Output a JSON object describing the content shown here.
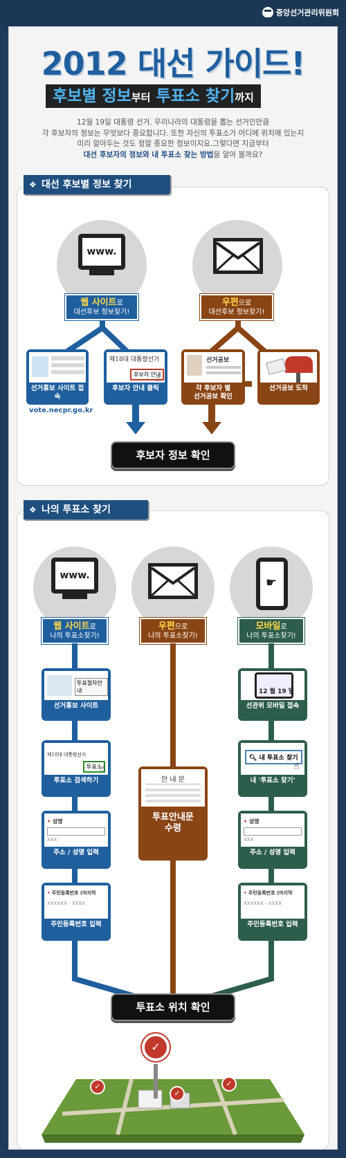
{
  "header": {
    "org": "중앙선거관리위원회"
  },
  "title": "2012 대선 가이드!",
  "subtitle": {
    "part1": "후보별 정보",
    "part2": "부터",
    "part3": "투표소 찾기",
    "part4": "까지"
  },
  "intro": {
    "line1": "12월 19일 대통령 선거. 우리나라의 대통령을 뽑는 선거인만큼",
    "line2": "각 후보자의 정보는 무엇보다 중요합니다. 또한 자신의 투표소가 어디에 위치에 있는지",
    "line3": "미리 알아두는 것도 정말 중요한 정보이지요.그렇다면 지금부터",
    "line4_hl": "대선 후보자의 정보와 내 투표소 찾는 방법",
    "line4_rest": "을 알아 볼까요?"
  },
  "section1": {
    "heading": "대선 후보별 정보 찾기",
    "web": {
      "monitor": "www.",
      "label_big": "웹 사이트",
      "label_suffix": "로",
      "label_line2": "대선후보 정보찾기!"
    },
    "mail": {
      "label_big": "우편",
      "label_suffix": "으로",
      "label_line2": "대선후보 정보찾기!"
    },
    "steps": [
      {
        "caption": "선거홍보 사이트 접속",
        "url": "vote.necpr.go.kr"
      },
      {
        "caption": "후보자 안내 클릭",
        "thumb_title": "제18대 대통령선거",
        "thumb_btn": "후보자 안내"
      },
      {
        "caption": "각 후보자 별\n선거공보 확인",
        "thumb_title": "선거공보"
      },
      {
        "caption": "선거공보 도착"
      }
    ],
    "result": "후보자 정보 확인"
  },
  "section2": {
    "heading": "나의 투표소 찾기",
    "web": {
      "monitor": "www.",
      "label_big": "웹 사이트",
      "label_suffix": "로",
      "label_line2": "나의 투표소찾기!"
    },
    "mail": {
      "label_big": "우편",
      "label_suffix": "으로",
      "label_line2": "나의 투표소찾기!"
    },
    "mobile": {
      "label_big": "모바일",
      "label_suffix": "로",
      "label_line2": "나의 투표소찾기!"
    },
    "web_steps": [
      {
        "caption": "선거홍보 사이트",
        "thumb_btn": "투표절차안내"
      },
      {
        "caption": "투표소 검색하기",
        "thumb_title": "제18대 대통령선거",
        "thumb_btn": "투표소"
      },
      {
        "caption": "주소 / 성명 입력",
        "field_label": "성명",
        "field_ph": "XXX"
      },
      {
        "caption": "주민등록번호 입력",
        "field_label": "주민등록번호 (마지막",
        "field_ph": "XXXXXX - XXXX"
      }
    ],
    "mail_step": {
      "thumb_title": "안 내 문",
      "caption_line1": "투표안내문",
      "caption_line2": "수령"
    },
    "mobile_steps": [
      {
        "caption": "선관위 모바일 접속",
        "thumb_text": "12 월 19 일"
      },
      {
        "caption": "내 '투표소 찾기'",
        "thumb_btn": "내 투표소 찾기"
      },
      {
        "caption": "주소 / 성명 입력",
        "field_label": "성명",
        "field_ph": "XXX"
      },
      {
        "caption": "주민등록번호 입력",
        "field_label": "주민등록번호 (마지막",
        "field_ph": "XXXXXX - XXXX"
      }
    ],
    "result": "투표소 위치 확인"
  },
  "colors": {
    "blue": "#1f5f9e",
    "brown": "#8a4515",
    "green": "#2d5d4b",
    "navy": "#1f3a5b"
  }
}
